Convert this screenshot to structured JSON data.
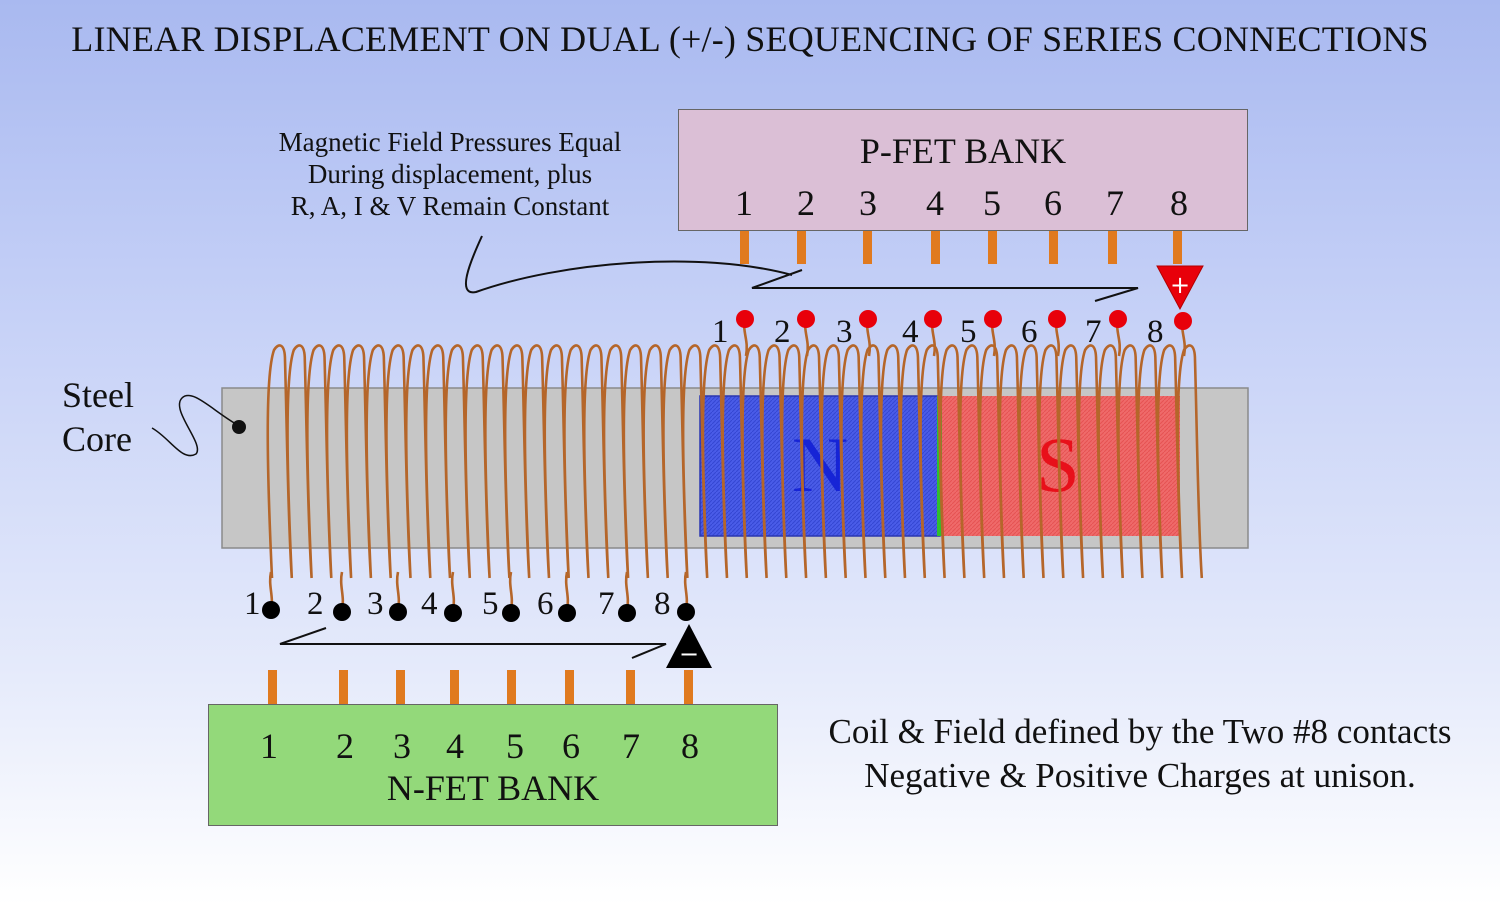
{
  "title": "LINEAR DISPLACEMENT ON DUAL (+/-) SEQUENCING OF SERIES CONNECTIONS",
  "p_bank": {
    "label": "P-FET BANK",
    "pins": [
      "1",
      "2",
      "3",
      "4",
      "5",
      "6",
      "7",
      "8"
    ],
    "color": "#dbbfd6"
  },
  "n_bank": {
    "label": "N-FET BANK",
    "pins": [
      "1",
      "2",
      "3",
      "4",
      "5",
      "6",
      "7",
      "8"
    ],
    "color": "#93d97a"
  },
  "annotation": {
    "line1": "Magnetic Field Pressures Equal",
    "line2": "During displacement, plus",
    "line3": "R, A, I & V Remain Constant"
  },
  "steel_core": {
    "line1": "Steel",
    "line2": "Core"
  },
  "magnet": {
    "north": "N",
    "south": "S",
    "north_color": "#3b4fe0",
    "south_color": "#ef5454"
  },
  "top_taps": [
    "1",
    "2",
    "3",
    "4",
    "5",
    "6",
    "7",
    "8"
  ],
  "bottom_taps": [
    "1",
    "2",
    "3",
    "4",
    "5",
    "6",
    "7",
    "8"
  ],
  "positive_symbol": "+",
  "negative_symbol": "−",
  "note": {
    "line1": "Coil & Field defined by the Two #8 contacts",
    "line2": "Negative & Positive Charges at unison."
  },
  "colors": {
    "coil": "#b5662a",
    "pin": "#e07a1f",
    "core": "#c5c5c5",
    "positive_contact": "#e8000a",
    "negative_contact": "#000000"
  }
}
